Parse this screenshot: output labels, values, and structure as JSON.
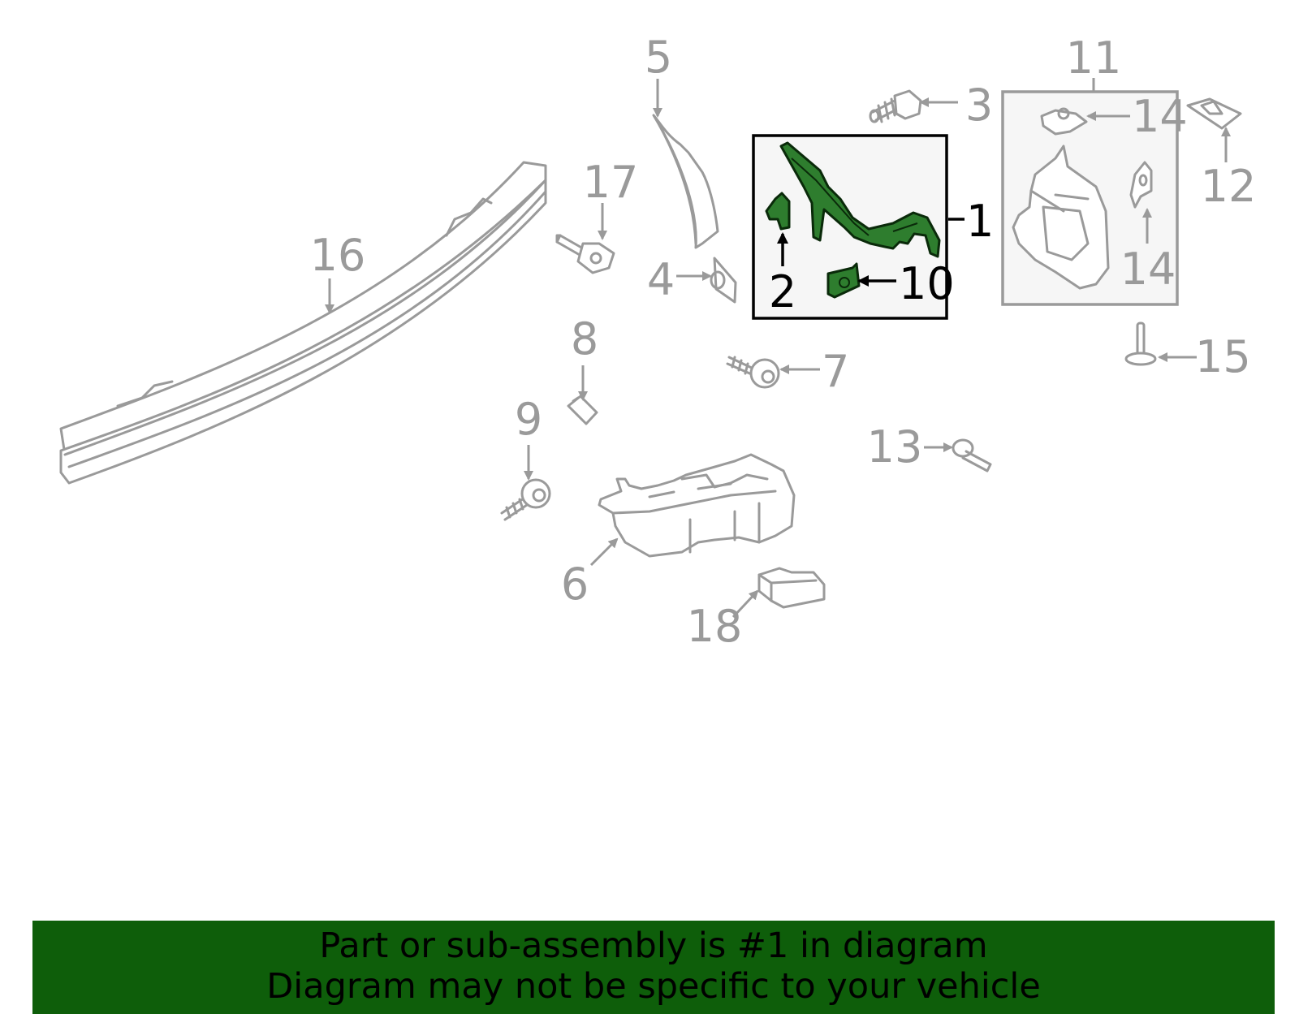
{
  "colors": {
    "highlight_part": "#2e7d2e",
    "other_parts": "#9a9a9a",
    "footer_background": "#0e5e0a"
  },
  "callouts": {
    "c1": "1",
    "c2": "2",
    "c3": "3",
    "c4": "4",
    "c5": "5",
    "c6": "6",
    "c7": "7",
    "c8": "8",
    "c9": "9",
    "c10": "10",
    "c11": "11",
    "c12": "12",
    "c13": "13",
    "c14a": "14",
    "c14b": "14",
    "c15": "15",
    "c16": "16",
    "c17": "17",
    "c18": "18"
  },
  "footer": {
    "line1": "Part or sub-assembly is #1 in diagram",
    "line2": "Diagram may not be specific to your vehicle"
  }
}
